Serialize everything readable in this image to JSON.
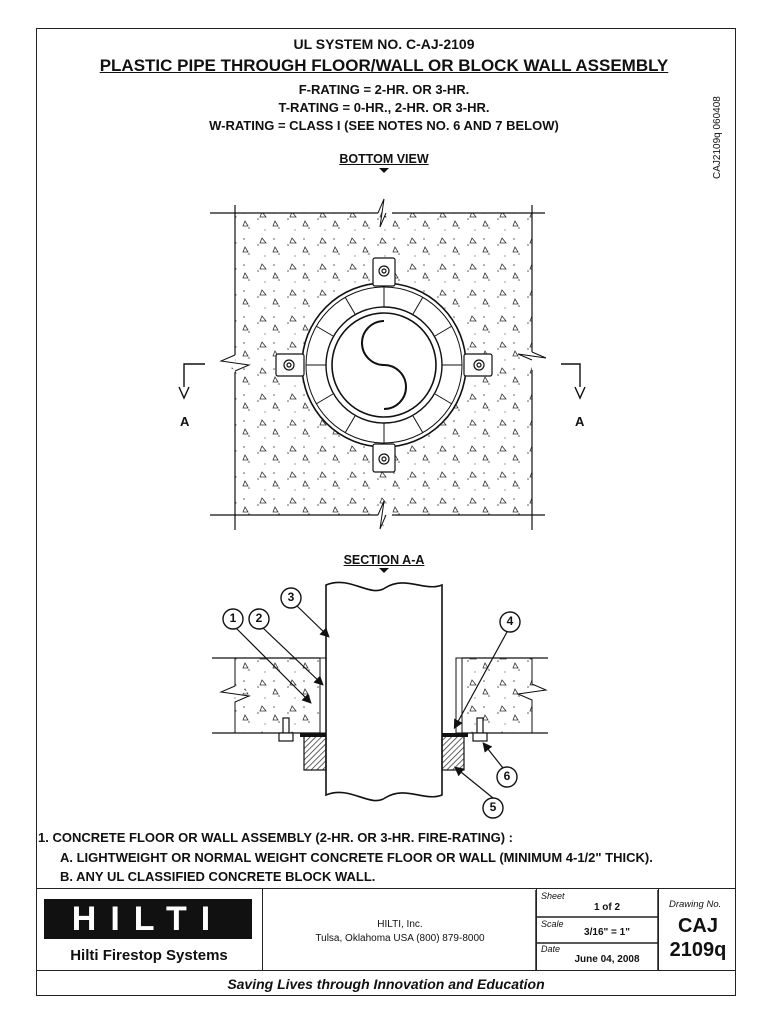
{
  "header": {
    "system_no": "UL SYSTEM NO. C-AJ-2109",
    "title": "PLASTIC PIPE THROUGH FLOOR/WALL OR BLOCK WALL ASSEMBLY",
    "f_rating": "F-RATING = 2-HR. OR 3-HR.",
    "t_rating": "T-RATING = 0-HR., 2-HR. OR 3-HR.",
    "w_rating": "W-RATING = CLASS I (SEE NOTES NO. 6 AND 7 BELOW)",
    "side_code": "CAJ2109q 060408"
  },
  "views": {
    "bottom_view": "BOTTOM VIEW",
    "section": "SECTION A-A",
    "section_marker_left": "A",
    "section_marker_right": "A"
  },
  "callouts": [
    "1",
    "2",
    "3",
    "4",
    "5",
    "6"
  ],
  "notes": {
    "n1": "1. CONCRETE FLOOR OR WALL ASSEMBLY (2-HR. OR 3-HR. FIRE-RATING) :",
    "n1a": "A. LIGHTWEIGHT OR NORMAL WEIGHT CONCRETE FLOOR OR WALL (MINIMUM 4-1/2\" THICK).",
    "n1b": "B. ANY UL CLASSIFIED CONCRETE BLOCK WALL."
  },
  "title_block": {
    "logo": "HILTI",
    "company_tag": "Hilti Firestop Systems",
    "company": "HILTI, Inc.",
    "address": "Tulsa, Oklahoma USA (800) 879-8000",
    "sheet_label": "Sheet",
    "sheet_value": "1 of 2",
    "scale_label": "Scale",
    "scale_value": "3/16\" = 1\"",
    "date_label": "Date",
    "date_value": "June 04, 2008",
    "drawing_label": "Drawing No.",
    "drawing_no_line1": "CAJ",
    "drawing_no_line2": "2109q"
  },
  "footer": {
    "slogan": "Saving Lives through Innovation and Education"
  }
}
